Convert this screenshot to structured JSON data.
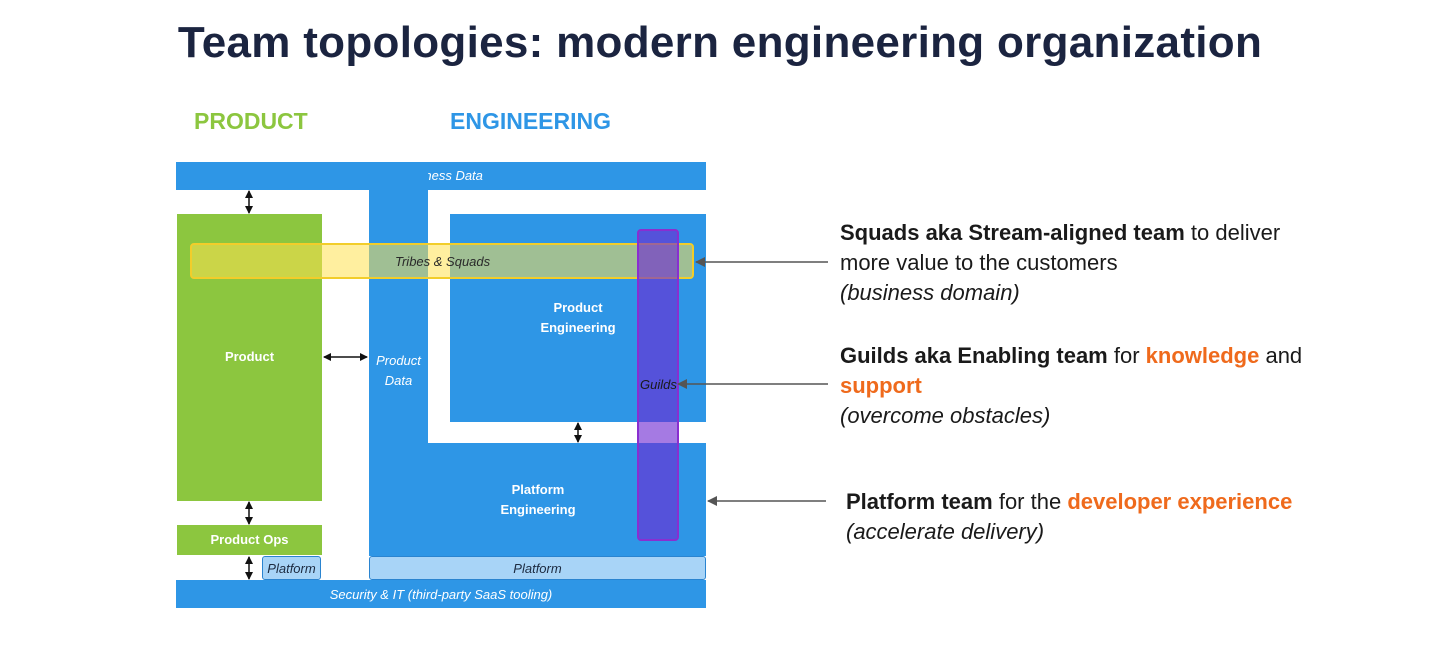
{
  "title": "Team topologies: modern engineering organization",
  "headers": {
    "product": "PRODUCT",
    "engineering": "ENGINEERING"
  },
  "diagram": {
    "business_data": "Business Data",
    "product": "Product",
    "product_ops": "Product Ops",
    "platform_small": "Platform",
    "product_data_1": "Product",
    "product_data_2": "Data",
    "product_engineering_1": "Product",
    "product_engineering_2": "Engineering",
    "platform_engineering_1": "Platform",
    "platform_engineering_2": "Engineering",
    "platform": "Platform",
    "security_it": "Security & IT  (third-party SaaS tooling)",
    "tribes_squads": "Tribes & Squads",
    "guilds": "Guilds"
  },
  "notes": {
    "squads": {
      "bold": "Squads aka Stream-aligned team",
      "rest": " to deliver",
      "line2": "more value to the customers",
      "line3": "(business domain)"
    },
    "guilds": {
      "bold": "Guilds aka Enabling team",
      "mid": " for ",
      "highlight1": "knowledge",
      "and": " and",
      "highlight2": "support",
      "line3": "(overcome obstacles)"
    },
    "platform": {
      "bold": "Platform team",
      "mid": " for the ",
      "highlight": "developer experience",
      "line2": "(accelerate delivery)"
    }
  },
  "colors": {
    "title": "#1b2440",
    "product_green": "#8cc63f",
    "engineering_blue": "#2e96e6",
    "highlight_orange": "#ef6a1c",
    "tribes_yellow": "#f2cd2a",
    "guilds_purple": "#8a2ed0"
  },
  "icons": [
    "double-arrow-icon",
    "arrow-left-icon"
  ]
}
